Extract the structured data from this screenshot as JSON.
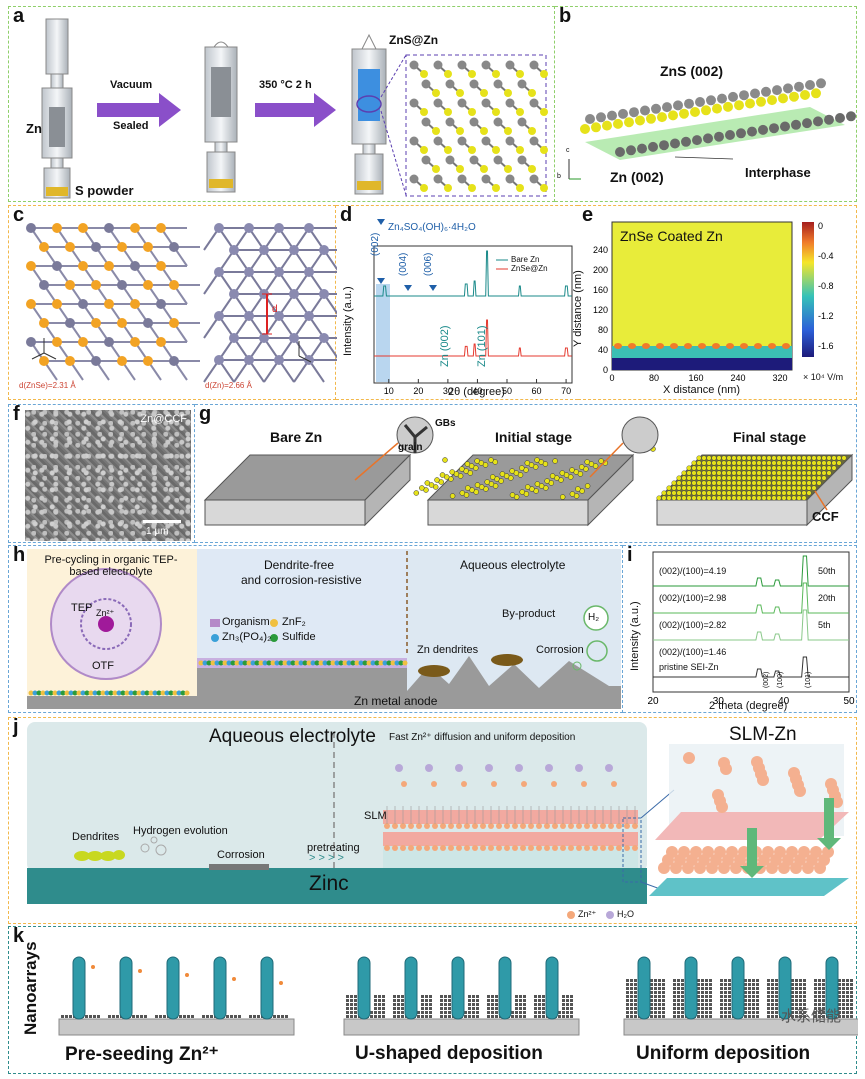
{
  "panel_a": {
    "label": "a",
    "zn": "Zn",
    "s_powder": "S powder",
    "step1_top": "Vacuum",
    "step1_bottom": "Sealed",
    "step2": "350 °C 2 h",
    "product": "ZnS@Zn"
  },
  "panel_b": {
    "label": "b",
    "top_layer": "ZnS (002)",
    "bottom_layer": "Zn (002)",
    "interphase": "Interphase",
    "axis_c": "c",
    "axis_b": "b"
  },
  "panel_c": {
    "label": "c",
    "d_znse": "d(ZnSe)=2.31 Å",
    "d_zn": "d(Zn)=2.66 Å",
    "d_mark": "d"
  },
  "panel_d": {
    "label": "d",
    "legend_marker": "Zn₄SO₄(OH)₆·4H₂O",
    "peaks": [
      "(002)",
      "(004)",
      "(006)"
    ],
    "zn_peaks": [
      "Zn (002)",
      "Zn (101)"
    ],
    "series": [
      "Bare Zn",
      "ZnSe@Zn"
    ],
    "ylabel": "Intensity (a.u.)",
    "xlabel": "2θ (degree)",
    "xticks": [
      "10",
      "20",
      "30",
      "40",
      "50",
      "60",
      "70"
    ]
  },
  "panel_e": {
    "label": "e",
    "title": "ZnSe Coated Zn",
    "ylabel": "Y distance (nm)",
    "xlabel": "X distance (nm)",
    "yticks": [
      "0",
      "40",
      "80",
      "120",
      "160",
      "200",
      "240"
    ],
    "xticks": [
      "0",
      "80",
      "160",
      "240",
      "320"
    ],
    "cbar_ticks": [
      "0",
      "-0.4",
      "-0.8",
      "-1.2",
      "-1.6"
    ],
    "cbar_unit": "× 10⁴ V/m"
  },
  "panel_f": {
    "label": "f",
    "title": "Zn@CCF",
    "scale": "1 μm"
  },
  "panel_g": {
    "label": "g",
    "stage1": "Bare Zn",
    "stage2": "Initial stage",
    "stage3": "Final stage",
    "gbs": "GBs",
    "grain": "grain",
    "ccf": "CCF"
  },
  "panel_h": {
    "label": "h",
    "precycle": "Pre-cycling in organic TEP-based electrolyte",
    "tep": "TEP",
    "zn2": "Zn²⁺",
    "otf": "OTF",
    "dendrite_free": "Dendrite-free",
    "corrosion_resistive": "and corrosion-resistive",
    "legend": [
      "Organism",
      "ZnF₂",
      "Zn₃(PO₄)₂",
      "Sulfide"
    ],
    "aqueous": "Aqueous electrolyte",
    "byproduct": "By-product",
    "h2": "H₂",
    "corrosion": "Corrosion",
    "dendrites": "Zn dendrites",
    "anode": "Zn metal anode"
  },
  "panel_i": {
    "label": "i",
    "ratios": [
      "(002)/(100)=4.19",
      "(002)/(100)=2.98",
      "(002)/(100)=2.82",
      "(002)/(100)=1.46"
    ],
    "cycles": [
      "50th",
      "20th",
      "5th",
      "pristine SEI-Zn"
    ],
    "peaks": [
      "(002)",
      "(100)",
      "(101)"
    ],
    "ylabel": "Intensity (a.u.)",
    "xlabel": "2 theta (degree)",
    "xticks": [
      "20",
      "30",
      "40",
      "50"
    ]
  },
  "panel_j": {
    "label": "j",
    "aqueous": "Aqueous electrolyte",
    "fast": "Fast Zn²⁺ diffusion and uniform deposition",
    "slm_zn": "SLM-Zn",
    "dendrites": "Dendrites",
    "hydrogen": "Hydrogen evolution",
    "corrosion": "Corrosion",
    "pretreating": "pretreating",
    "slm": "SLM",
    "zinc": "Zinc",
    "legend_zn": "Zn²⁺",
    "legend_h2o": "H₂O"
  },
  "panel_k": {
    "label": "k",
    "side": "Nanoarrays",
    "captions": [
      "Pre-seeding Zn²⁺",
      "U-shaped deposition",
      "Uniform deposition"
    ]
  },
  "watermark": "水系储能",
  "colors": {
    "green_border": "#8fcf6a",
    "orange_border": "#f2b84b",
    "blue_border": "#6aa6d6",
    "purple_arrow": "#8a4fc9",
    "zinc_teal": "#2f8c8c",
    "bare_zn_line": "#1a8a8a",
    "znse_line": "#e53a2f",
    "slm_pink": "#f2a9a0"
  }
}
